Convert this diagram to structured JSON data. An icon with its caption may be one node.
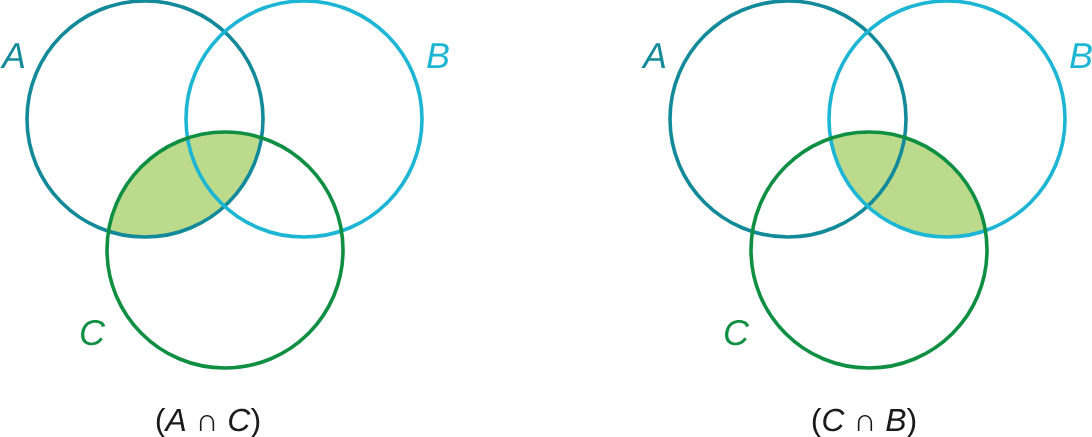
{
  "diagram": {
    "nodes": [
      {
        "text": [
          "A"
        ]
      },
      {
        "text": [
          "B"
        ]
      },
      {
        "text": [
          "C"
        ]
      },
      {
        "text": [],
        "shape": "lens"
      },
      {
        "text": [
          "A"
        ]
      },
      {
        "text": [
          "B"
        ]
      },
      {
        "text": [
          "C"
        ]
      },
      {
        "text": [],
        "shape": "lens"
      }
    ],
    "labels": [
      "(*A* ∩ *C*)",
      "(*C* ∩ *B*)"
    ]
  }
}
